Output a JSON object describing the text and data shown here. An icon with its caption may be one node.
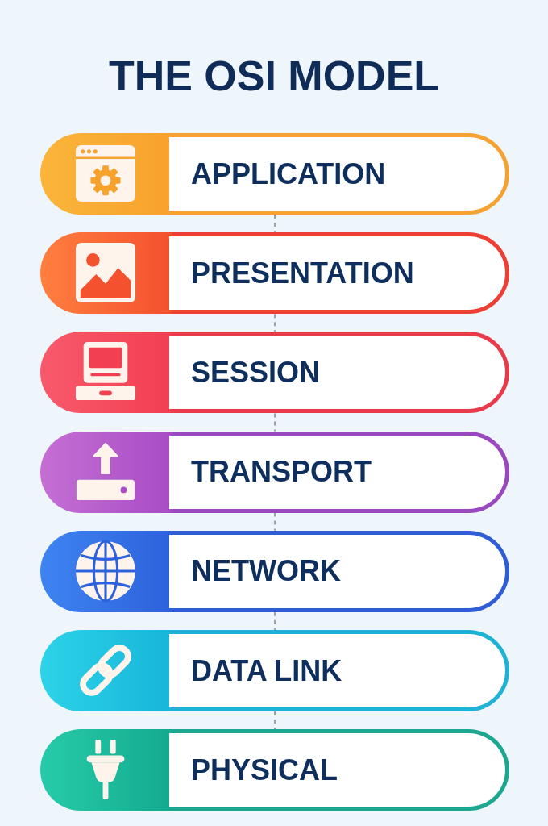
{
  "diagram": {
    "title": "THE OSI MODEL",
    "nodes": [
      {
        "text": [
          "APPLICATION"
        ]
      },
      {
        "text": [
          "PRESENTATION"
        ]
      },
      {
        "text": [
          "SESSION"
        ]
      },
      {
        "text": [
          "TRANSPORT"
        ]
      },
      {
        "text": [
          "NETWORK"
        ]
      },
      {
        "text": [
          "DATA LINK"
        ]
      },
      {
        "text": [
          "PHYSICAL"
        ]
      }
    ],
    "edges": [
      {
        "from": 0,
        "to": 1,
        "arrow": "none",
        "style": "dashed"
      },
      {
        "from": 1,
        "to": 2,
        "arrow": "none",
        "style": "dashed"
      },
      {
        "from": 2,
        "to": 3,
        "arrow": "none",
        "style": "dashed"
      },
      {
        "from": 3,
        "to": 4,
        "arrow": "none",
        "style": "dashed"
      },
      {
        "from": 4,
        "to": 5,
        "arrow": "none",
        "style": "dashed"
      },
      {
        "from": 5,
        "to": 6,
        "arrow": "none",
        "style": "dashed"
      }
    ]
  }
}
